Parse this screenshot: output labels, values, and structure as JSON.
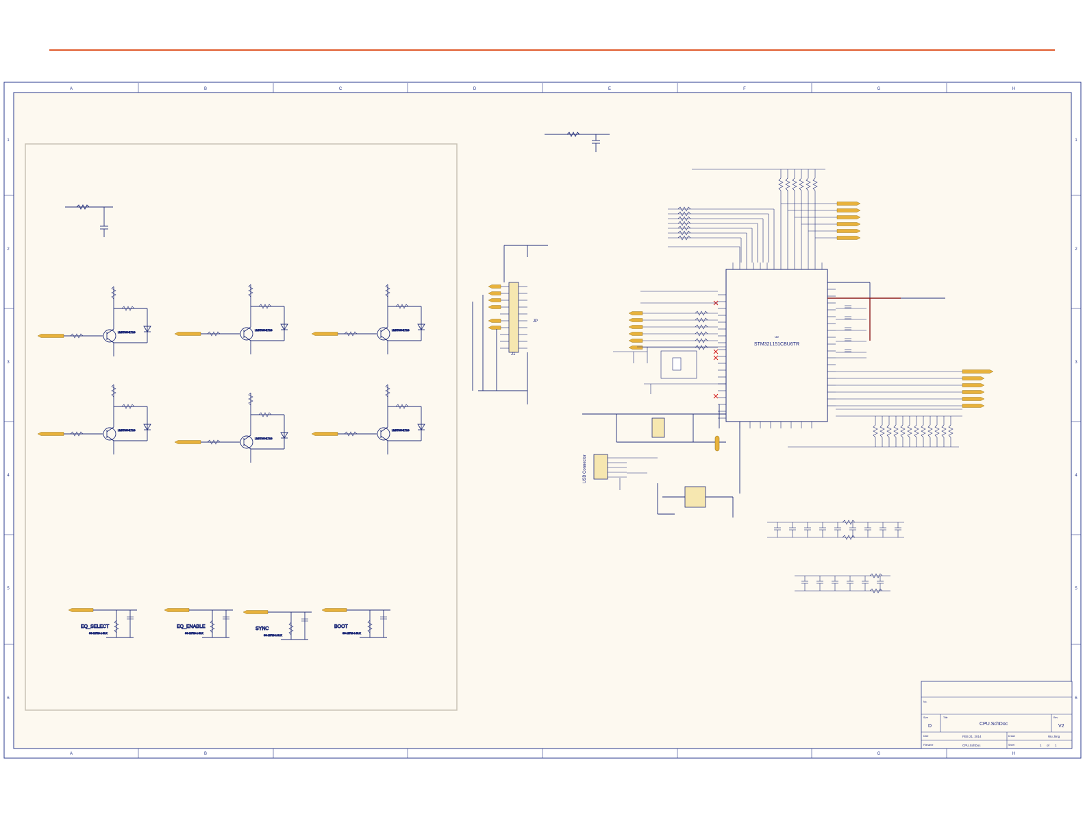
{
  "colors": {
    "accent_rule": "#e05a2b",
    "frame": "#2a3a8c",
    "paper": "#fdf9f0",
    "wire": "#1e2a78",
    "net_port": "#e8b23c",
    "power_wire": "#8b1a1a",
    "no_connect": "#d01010"
  },
  "grid": {
    "columns": [
      "A",
      "B",
      "C",
      "D",
      "E",
      "F",
      "G",
      "H"
    ],
    "columns_bottom": [
      "A",
      "B",
      "",
      "",
      "",
      "",
      "G",
      "H"
    ],
    "rows": [
      "1",
      "2",
      "3",
      "4",
      "5",
      "6"
    ]
  },
  "left_panel": {
    "switches": [
      {
        "label": "EQ_SELECT",
        "part": "SS-12F23-1-BLK"
      },
      {
        "label": "EQ_ENABLE",
        "part": "SS-12F23-1-BLK"
      },
      {
        "label": "SYNC",
        "part": "SS-12F23-1-BLK"
      },
      {
        "label": "BOOT",
        "part": "SS-12F23-1-BLK"
      }
    ],
    "transistor_part": "LMBT3904LT1G"
  },
  "mcu": {
    "designator": "U2",
    "part": "STM32L151CBU6TR"
  },
  "header": {
    "designator": "J1",
    "label": "JP"
  },
  "usb": {
    "label": "USB Connector"
  },
  "title_block": {
    "title": "CPU.SchDoc",
    "size": "D",
    "revision": "V2",
    "date": "FEB 21, 2014",
    "drawn_by": "Wu Jiing",
    "file": "CPU.SchDoc",
    "sheet_no": "1",
    "sheet_of": "of",
    "sheet_total": "1",
    "no_label": "No.",
    "size_label": "Size",
    "title_label": "Title",
    "rev_label": "Rev",
    "date_label": "Date",
    "drawn_label": "Drawn",
    "file_label": "Filename",
    "sheet_label": "Sheet"
  }
}
